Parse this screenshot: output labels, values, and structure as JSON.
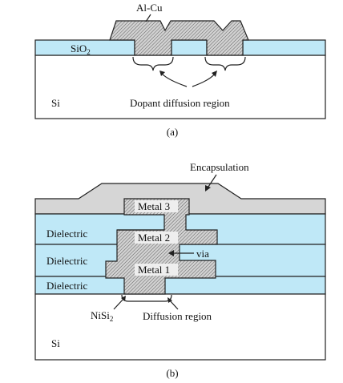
{
  "colors": {
    "oxide_blue": "#bfe8f7",
    "metal_hatch": "#d2d2d2",
    "encapsulation_gray": "#d6d6d6",
    "outline": "#222222"
  },
  "diagram_a": {
    "metal_label": "Al-Cu",
    "oxide_label_base": "SiO",
    "oxide_label_sub": "2",
    "substrate_label": "Si",
    "region_label": "Dopant diffusion region",
    "caption": "(a)"
  },
  "diagram_b": {
    "encapsulation_label": "Encapsulation",
    "metal3_label": "Metal 3",
    "metal2_label": "Metal 2",
    "metal1_label": "Metal 1",
    "via_label": "via",
    "dielectric_label_1": "Dielectric",
    "dielectric_label_2": "Dielectric",
    "dielectric_label_3": "Dielectric",
    "silicide_label_base": "NiSi",
    "silicide_label_sub": "2",
    "region_label": "Diffusion region",
    "substrate_label": "Si",
    "caption": "(b)"
  }
}
